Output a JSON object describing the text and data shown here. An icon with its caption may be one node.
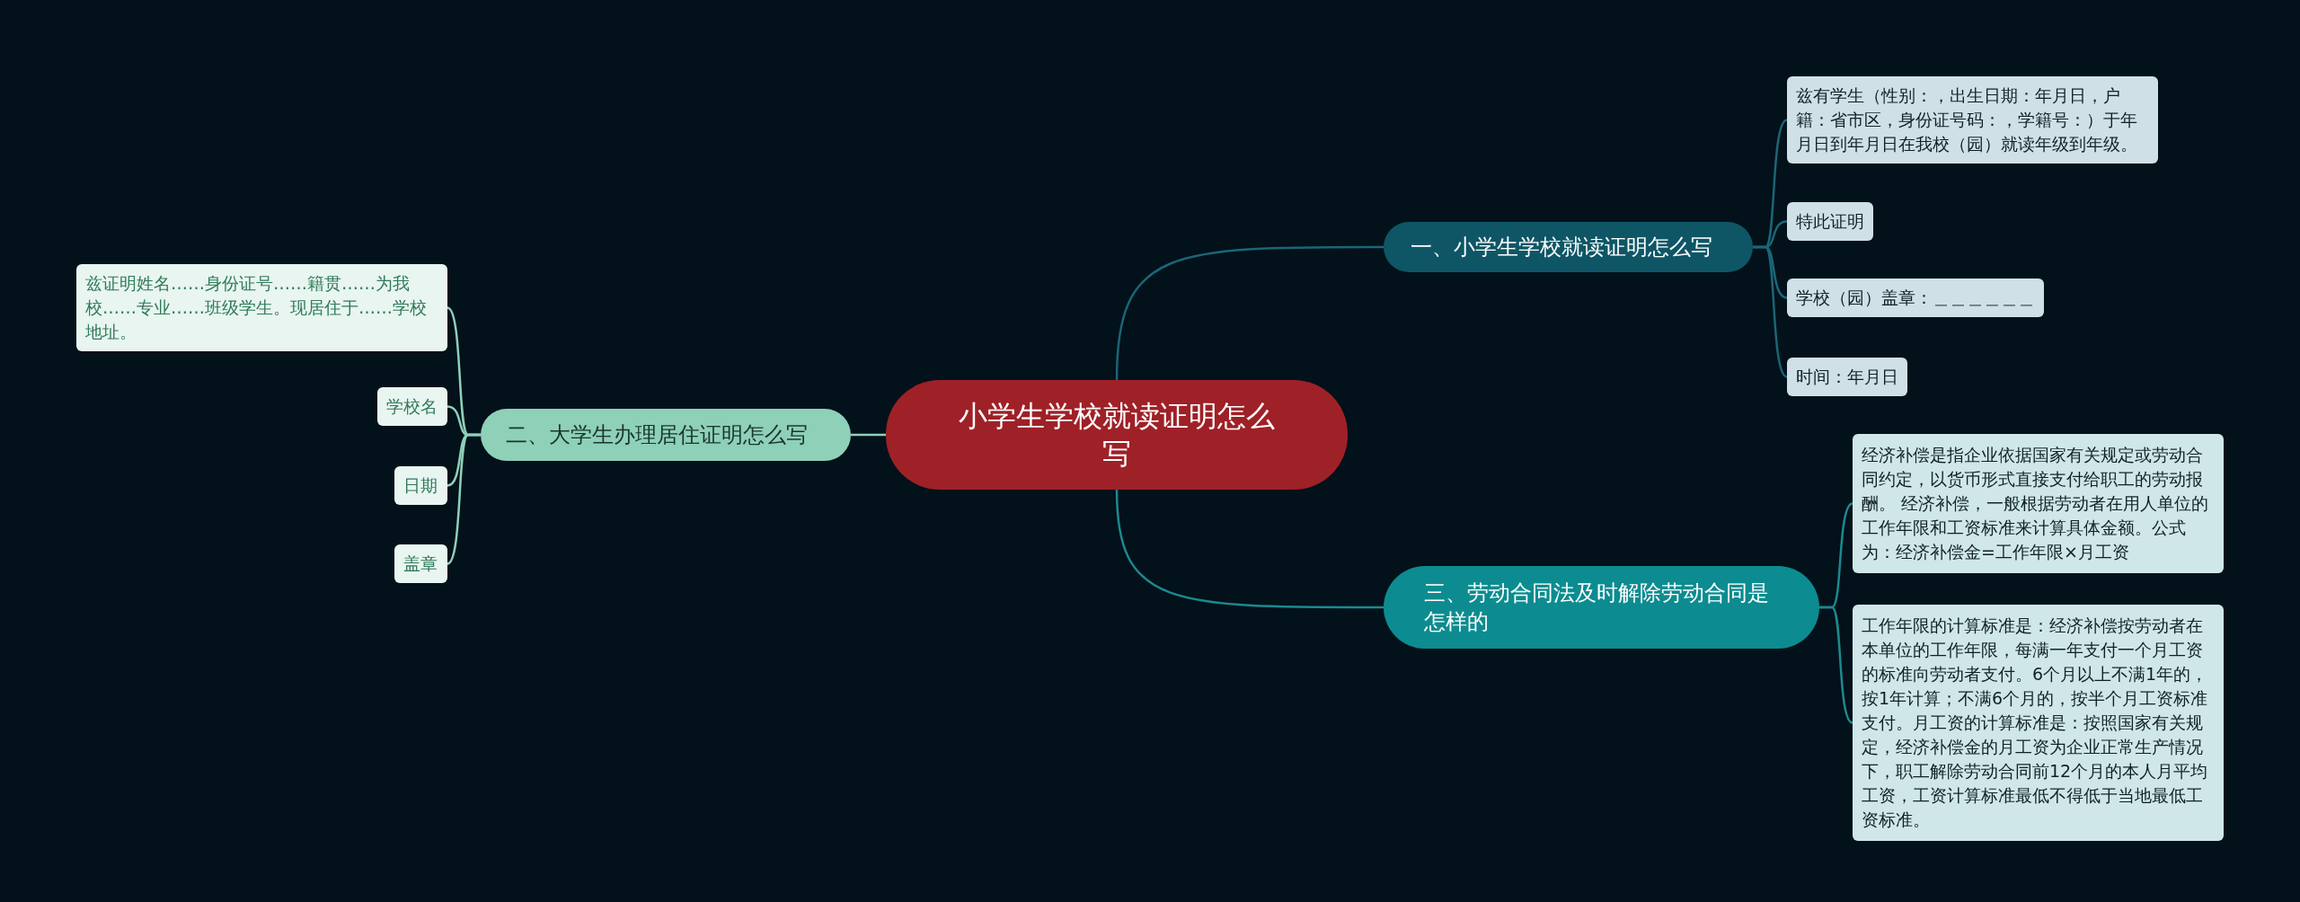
{
  "diagram": {
    "nodes": [
      {
        "text": [
          "小学生学校就读证明怎么写"
        ]
      },
      {
        "text": [
          "一、小学生学校就读证明怎么写"
        ]
      },
      {
        "text": [
          "兹有学生（性别：，出生日期：年月日，户籍：省市区，身份证号码：，学籍号：）于年月日到年月日在我校（园）就读年级到年级。"
        ]
      },
      {
        "text": [
          "特此证明"
        ]
      },
      {
        "text": [
          "学校（园）盖章：＿＿＿＿＿＿"
        ]
      },
      {
        "text": [
          "时间：年月日"
        ]
      },
      {
        "text": [
          "二、大学生办理居住证明怎么写"
        ]
      },
      {
        "text": [
          "兹证明姓名……身份证号……籍贯……为我校……专业……班级学生。现居住于……学校地址。"
        ]
      },
      {
        "text": [
          "学校名"
        ]
      },
      {
        "text": [
          "日期"
        ]
      },
      {
        "text": [
          "盖章"
        ]
      },
      {
        "text": [
          "三、劳动合同法及时解除劳动合同是怎样的"
        ]
      },
      {
        "text": [
          "经济补偿是指企业依据国家有关规定或劳动合同约定，以货币形式直接支付给职工的劳动报酬。 经济补偿，一般根据劳动者在用人单位的工作年限和工资标准来计算具体金额。公式为：经济补偿金=工作年限×月工资"
        ]
      },
      {
        "text": [
          "工作年限的计算标准是：经济补偿按劳动者在本单位的工作年限，每满一年支付一个月工资的标准向劳动者支付。6个月以上不满1年的，按1年计算；不满6个月的，按半个月工资标准支付。月工资的计算标准是：按照国家有关规定，经济补偿金的月工资为企业正常生产情况下，职工解除劳动合同前12个月的本人月平均工资，工资计算标准最低不得低于当地最低工资标准。"
        ]
      }
    ],
    "edges": [
      {
        "from": 0,
        "to": 1,
        "arrow": "none",
        "color": "#1a6677"
      },
      {
        "from": 1,
        "to": 2,
        "arrow": "none",
        "color": "#1a6677"
      },
      {
        "from": 1,
        "to": 3,
        "arrow": "none",
        "color": "#1a6677"
      },
      {
        "from": 1,
        "to": 4,
        "arrow": "none",
        "color": "#1a6677"
      },
      {
        "from": 1,
        "to": 5,
        "arrow": "none",
        "color": "#1a6677"
      },
      {
        "from": 0,
        "to": 6,
        "arrow": "none",
        "color": "#8fd0b9"
      },
      {
        "from": 6,
        "to": 7,
        "arrow": "none",
        "color": "#8fd0b9"
      },
      {
        "from": 6,
        "to": 8,
        "arrow": "none",
        "color": "#8fd0b9"
      },
      {
        "from": 6,
        "to": 9,
        "arrow": "none",
        "color": "#8fd0b9"
      },
      {
        "from": 6,
        "to": 10,
        "arrow": "none",
        "color": "#8fd0b9"
      },
      {
        "from": 0,
        "to": 11,
        "arrow": "none",
        "color": "#1b8a8f"
      },
      {
        "from": 11,
        "to": 12,
        "arrow": "none",
        "color": "#1b8a8f"
      },
      {
        "from": 11,
        "to": 13,
        "arrow": "none",
        "color": "#1b8a8f"
      }
    ]
  }
}
